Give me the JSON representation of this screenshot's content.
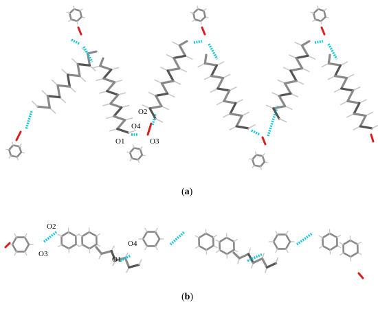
{
  "panels": [
    {
      "label_open": "(",
      "label_letter": "a",
      "label_close": ")",
      "atom_labels": [
        "O2",
        "O4",
        "O1",
        "O3"
      ]
    },
    {
      "label_open": "(",
      "label_letter": "b",
      "label_close": ")",
      "atom_labels": [
        "O2",
        "O3",
        "O4",
        "O1"
      ]
    }
  ],
  "colors": {
    "carbon": "#8a8a8a",
    "carbon_dark": "#555555",
    "hydrogen": "#c8c8c8",
    "oxygen": "#d42020",
    "hbond": "#18c8d8"
  }
}
